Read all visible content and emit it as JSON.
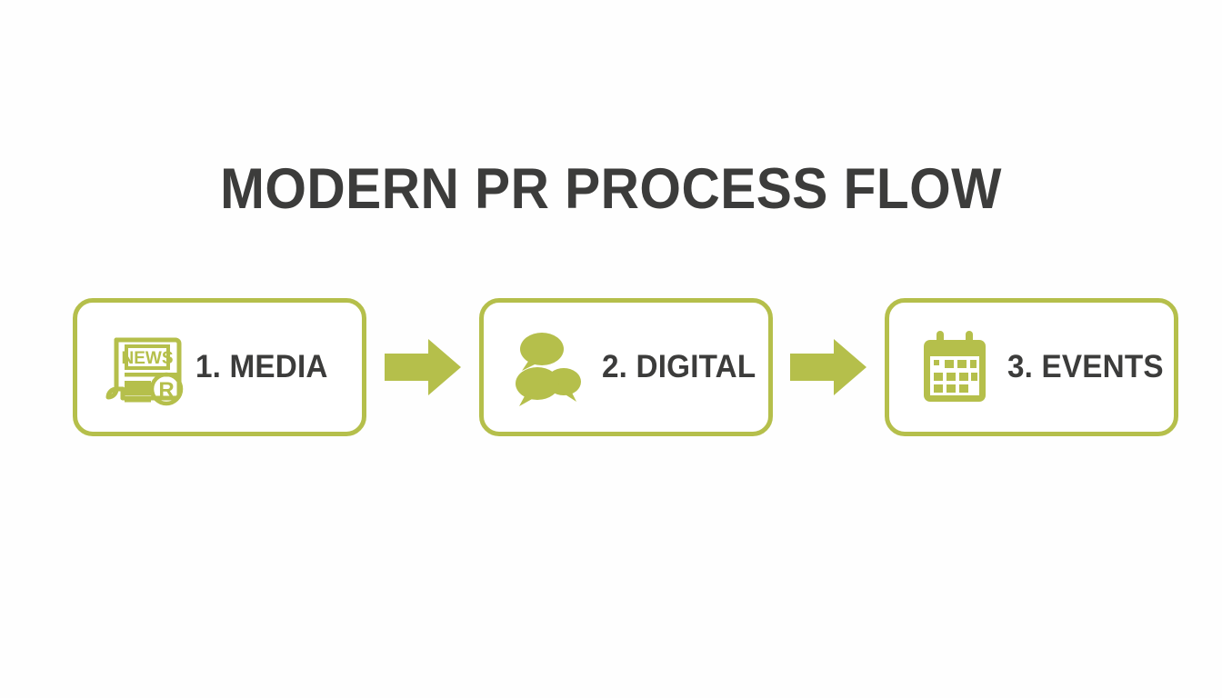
{
  "title": "MODERN PR PROCESS FLOW",
  "theme": {
    "accent": "#b5bf4b",
    "text": "#3c3c3b",
    "card_background": "#ffffff",
    "page_background": "#fefefe"
  },
  "flow": {
    "steps": [
      {
        "label": "1. MEDIA",
        "icon": "newspaper-icon",
        "icon_text": "NEWS",
        "icon_badge": "R"
      },
      {
        "label": "2. DIGITAL",
        "icon": "speech-bubbles-icon"
      },
      {
        "label": "3. EVENTS",
        "icon": "calendar-icon"
      }
    ],
    "connectors": [
      {
        "icon": "arrow-right-icon"
      },
      {
        "icon": "arrow-right-icon"
      }
    ]
  }
}
